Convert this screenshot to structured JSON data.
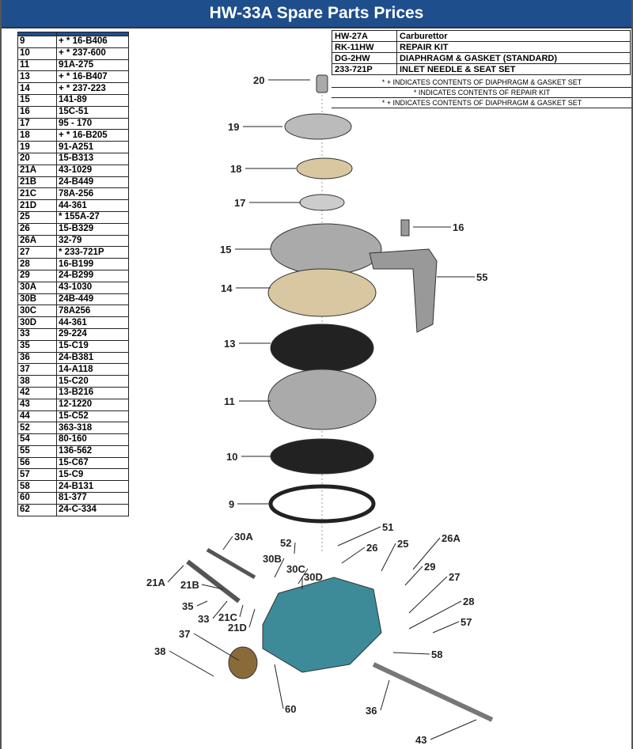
{
  "title": "HW-33A Spare Parts Prices",
  "parts": [
    [
      "9",
      "+ * 16-B406"
    ],
    [
      "10",
      "+ * 237-600"
    ],
    [
      "11",
      "91A-275"
    ],
    [
      "13",
      "+ * 16-B407"
    ],
    [
      "14",
      "+ * 237-223"
    ],
    [
      "15",
      "141-89"
    ],
    [
      "16",
      "15C-51"
    ],
    [
      "17",
      "95 - 170"
    ],
    [
      "18",
      "+ * 16-B205"
    ],
    [
      "19",
      "91-A251"
    ],
    [
      "20",
      "15-B313"
    ],
    [
      "21A",
      "43-1029"
    ],
    [
      "21B",
      "24-B449"
    ],
    [
      "21C",
      "78A-256"
    ],
    [
      "21D",
      "44-361"
    ],
    [
      "25",
      "* 155A-27"
    ],
    [
      "26",
      "15-B329"
    ],
    [
      "26A",
      "32-79"
    ],
    [
      "27",
      "* 233-721P"
    ],
    [
      "28",
      "16-B199"
    ],
    [
      "29",
      "24-B299"
    ],
    [
      "30A",
      "43-1030"
    ],
    [
      "30B",
      "24B-449"
    ],
    [
      "30C",
      "78A256"
    ],
    [
      "30D",
      "44-361"
    ],
    [
      "33",
      "29-224"
    ],
    [
      "35",
      "15-C19"
    ],
    [
      "36",
      "24-B381"
    ],
    [
      "37",
      "14-A118"
    ],
    [
      "38",
      "15-C20"
    ],
    [
      "42",
      "13-B216"
    ],
    [
      "43",
      "12-1220"
    ],
    [
      "44",
      "15-C52"
    ],
    [
      "52",
      "363-318"
    ],
    [
      "54",
      "80-160"
    ],
    [
      "55",
      "136-562"
    ],
    [
      "56",
      "15-C67"
    ],
    [
      "57",
      "15-C9"
    ],
    [
      "58",
      "24-B131"
    ],
    [
      "60",
      "81-377"
    ],
    [
      "62",
      "24-C-334"
    ]
  ],
  "info": [
    [
      "HW-27A",
      "Carburettor"
    ],
    [
      "RK-11HW",
      "REPAIR KIT"
    ],
    [
      "DG-2HW",
      "DIAPHRAGM & GASKET (STANDARD)"
    ],
    [
      "233-721P",
      "INLET NEEDLE & SEAT SET"
    ]
  ],
  "notes": [
    "* + INDICATES CONTENTS OF DIAPHRAGM & GASKET SET",
    "* INDICATES CONTENTS OF REPAIR KIT",
    "* + INDICATES CONTENTS OF DIAPHRAGM & GASKET SET"
  ],
  "callouts": [
    "20",
    "19",
    "18",
    "17",
    "16",
    "15",
    "55",
    "14",
    "13",
    "11",
    "10",
    "9",
    "30A",
    "51",
    "52",
    "26",
    "25",
    "26A",
    "30B",
    "29",
    "30C",
    "30D",
    "21A",
    "21B",
    "27",
    "35",
    "28",
    "33",
    "21C",
    "21D",
    "57",
    "37",
    "58",
    "38",
    "60",
    "36",
    "43"
  ],
  "colors": {
    "header": "#1f4e8c",
    "carb_body": "#3d8a99",
    "gasket": "#d8c7a0"
  }
}
